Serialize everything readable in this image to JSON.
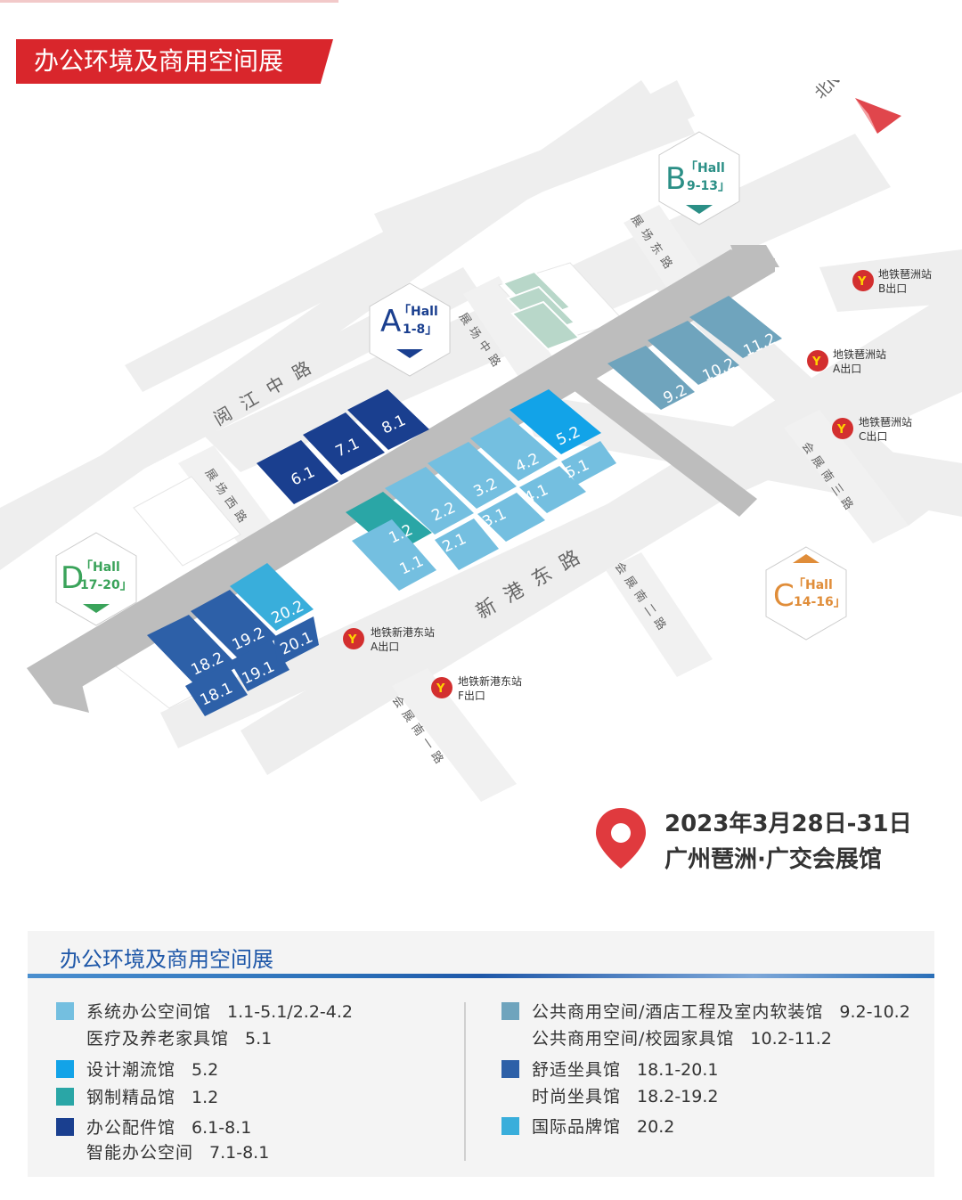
{
  "title": "办公环境及商用空间展",
  "north": "北N",
  "halls": {
    "A": {
      "letter": "A",
      "hall": "「Hall",
      "range": "1-8」"
    },
    "B": {
      "letter": "B",
      "hall": "「Hall",
      "range": "9-13」"
    },
    "C": {
      "letter": "C",
      "hall": "「Hall",
      "range": "14-16」"
    },
    "D": {
      "letter": "D",
      "hall": "「Hall",
      "range": "17-20」"
    }
  },
  "roads": {
    "yuejiang": "阅江中路",
    "zhanchang_west": "展场西路",
    "zhanchang_mid": "展场中路",
    "zhanchang_east": "展场东路",
    "xingang_east": "新港东路",
    "huizhan_1": "会展南一路",
    "huizhan_2": "会展南二路",
    "huizhan_3": "会展南三路"
  },
  "metro": [
    {
      "station": "地铁琶洲站",
      "exit": "B出口"
    },
    {
      "station": "地铁琶洲站",
      "exit": "A出口"
    },
    {
      "station": "地铁琶洲站",
      "exit": "C出口"
    },
    {
      "station": "地铁新港东站",
      "exit": "A出口"
    },
    {
      "station": "地铁新港东站",
      "exit": "F出口"
    }
  ],
  "booths": [
    "1.1",
    "1.2",
    "2.1",
    "2.2",
    "3.1",
    "3.2",
    "4.1",
    "4.2",
    "5.1",
    "5.2",
    "6.1",
    "7.1",
    "8.1",
    "9.2",
    "10.2",
    "11.2",
    "18.1",
    "18.2",
    "19.1",
    "19.2",
    "20.1",
    "20.2"
  ],
  "event": {
    "date": "2023年3月28日-31日",
    "venue": "广州琶洲·广交会展馆"
  },
  "legend": {
    "title": "办公环境及商用空间展",
    "left": [
      {
        "color": "#74bfe0",
        "name": "系统办公空间馆",
        "range": "1.1-5.1/2.2-4.2",
        "sub_name": "医疗及养老家具馆",
        "sub_range": "5.1"
      },
      {
        "color": "#12a3e8",
        "name": "设计潮流馆",
        "range": "5.2"
      },
      {
        "color": "#2aa6a6",
        "name": "钢制精品馆",
        "range": "1.2"
      },
      {
        "color": "#1a3f8f",
        "name": "办公配件馆",
        "range": "6.1-8.1",
        "sub_name": "智能办公空间",
        "sub_range": "7.1-8.1"
      }
    ],
    "right": [
      {
        "color": "#6fa4bd",
        "name": "公共商用空间/酒店工程及室内软装馆",
        "range": "9.2-10.2",
        "sub_name": "公共商用空间/校园家具馆",
        "sub_range": "10.2-11.2"
      },
      {
        "color": "#2d60a8",
        "name": "舒适坐具馆",
        "range": "18.1-20.1",
        "sub_name": "时尚坐具馆",
        "sub_range": "18.2-19.2"
      },
      {
        "color": "#39aedb",
        "name": "国际品牌馆",
        "range": "20.2"
      }
    ]
  },
  "colors": {
    "accent_red": "#d9262c",
    "navy": "#1a3f8f",
    "sky": "#74bfe0",
    "teal": "#2aa6a6",
    "bright": "#12a3e8",
    "grey_blue": "#6fa4bd",
    "chair_blue": "#2d60a8",
    "intl": "#39aedb",
    "road": "#eeeeee"
  }
}
